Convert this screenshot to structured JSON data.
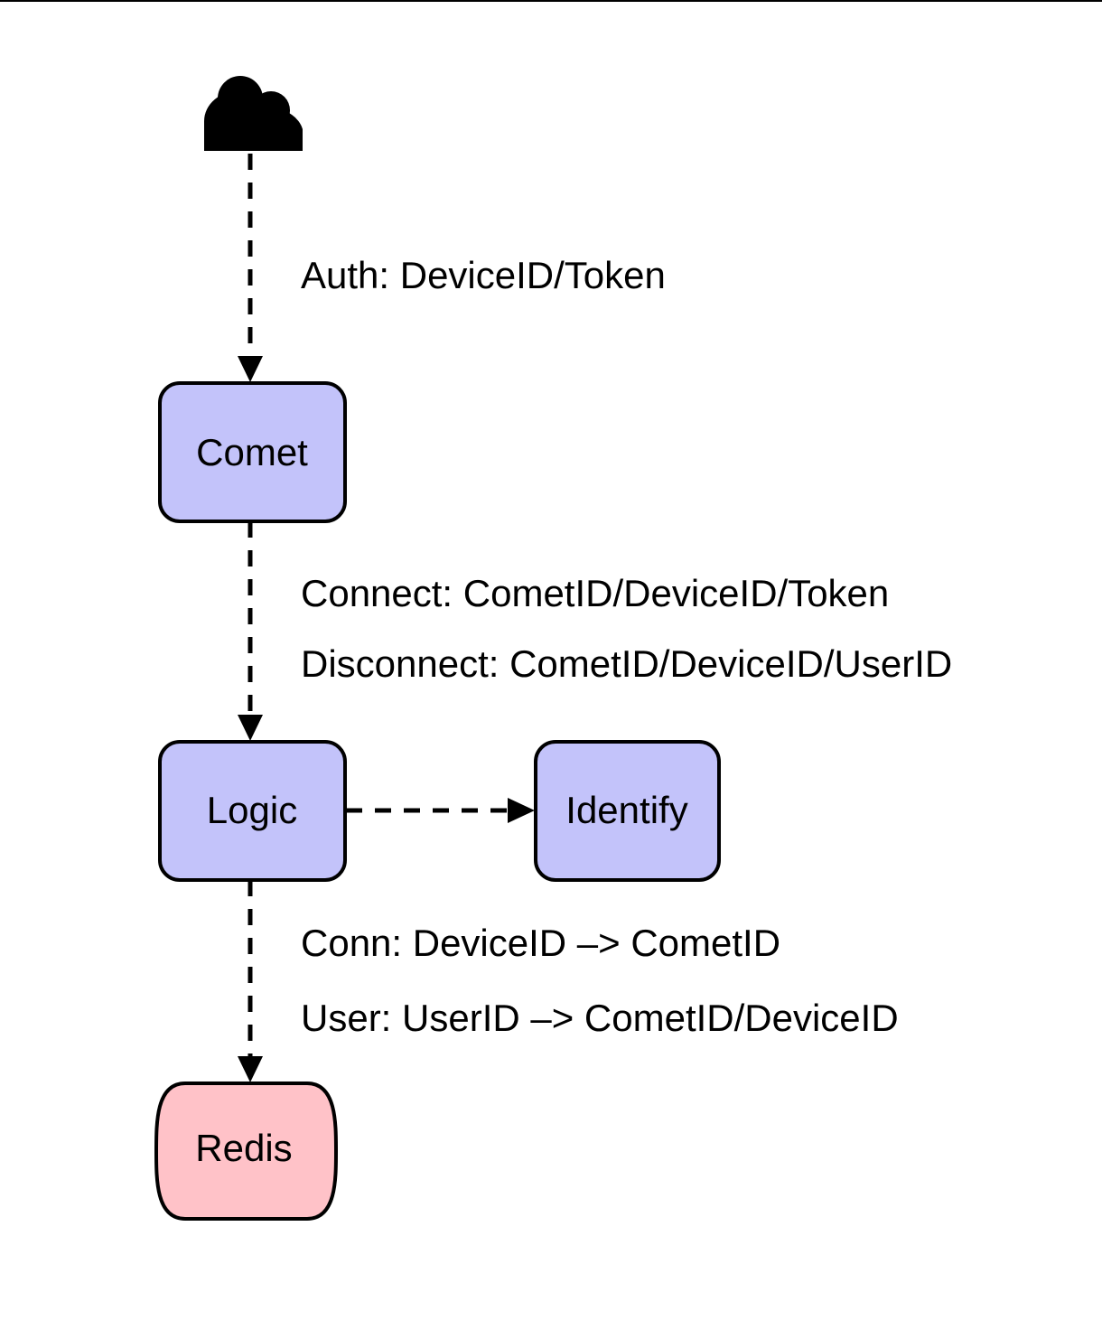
{
  "diagram": {
    "type": "flowchart",
    "background": "#ffffff",
    "palette": {
      "process_fill": "#c3c3fa",
      "datastore_fill": "#ffc2c8",
      "stroke": "#000000",
      "text": "#000000"
    },
    "actor": {
      "name": "users",
      "icon": "users-icon"
    },
    "nodes": [
      {
        "id": "comet",
        "label": "Comet",
        "shape": "rounded-rect",
        "fill": "#c3c3fa"
      },
      {
        "id": "logic",
        "label": "Logic",
        "shape": "rounded-rect",
        "fill": "#c3c3fa"
      },
      {
        "id": "identify",
        "label": "Identify",
        "shape": "rounded-rect",
        "fill": "#c3c3fa"
      },
      {
        "id": "redis",
        "label": "Redis",
        "shape": "cylinder",
        "fill": "#ffc2c8"
      }
    ],
    "edges": [
      {
        "id": "users-to-comet",
        "from": "users",
        "to": "comet",
        "style": "dashed",
        "arrow": "down",
        "labels": [
          "Auth: DeviceID/Token"
        ]
      },
      {
        "id": "comet-to-logic",
        "from": "comet",
        "to": "logic",
        "style": "dashed",
        "arrow": "down",
        "labels": [
          "Connect: CometID/DeviceID/Token",
          "Disconnect: CometID/DeviceID/UserID"
        ]
      },
      {
        "id": "logic-to-identify",
        "from": "logic",
        "to": "identify",
        "style": "dashed",
        "arrow": "right",
        "labels": []
      },
      {
        "id": "logic-to-redis",
        "from": "logic",
        "to": "redis",
        "style": "dashed",
        "arrow": "down",
        "labels": [
          "Conn: DeviceID –> CometID",
          "User: UserID –> CometID/DeviceID"
        ]
      }
    ],
    "labels": {
      "auth": "Auth: DeviceID/Token",
      "connect": "Connect: CometID/DeviceID/Token",
      "disconnect": "Disconnect: CometID/DeviceID/UserID",
      "conn_map": "Conn: DeviceID –> CometID",
      "user_map": "User: UserID –> CometID/DeviceID"
    }
  }
}
